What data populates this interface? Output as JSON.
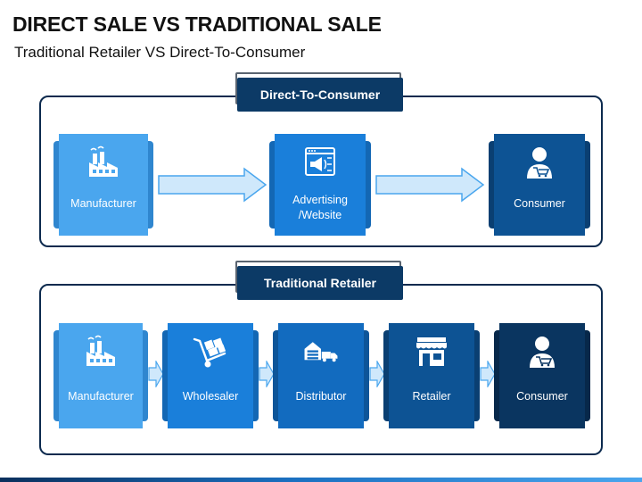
{
  "title": "DIRECT SALE VS TRADITIONAL SALE",
  "subtitle": "Traditional Retailer VS Direct-To-Consumer",
  "direct": {
    "banner": "Direct-To-Consumer",
    "steps": [
      {
        "label": "Manufacturer",
        "icon": "factory-icon"
      },
      {
        "label": "Advertising /Website",
        "icon": "website-icon"
      },
      {
        "label": "Consumer",
        "icon": "consumer-icon"
      }
    ]
  },
  "traditional": {
    "banner": "Traditional Retailer",
    "steps": [
      {
        "label": "Manufacturer",
        "icon": "factory-icon"
      },
      {
        "label": "Wholesaler",
        "icon": "hand-truck-icon"
      },
      {
        "label": "Distributor",
        "icon": "warehouse-truck-icon"
      },
      {
        "label": "Retailer",
        "icon": "store-icon"
      },
      {
        "label": "Consumer",
        "icon": "consumer-icon"
      }
    ]
  },
  "colors": {
    "navy": "#0c3a66",
    "light_blue": "#4aa6ee",
    "mid_blue": "#1a7fda",
    "dark_blue": "#0d5394",
    "darker_blue": "#0a3560",
    "arrow_fill": "#cfe8fb"
  }
}
